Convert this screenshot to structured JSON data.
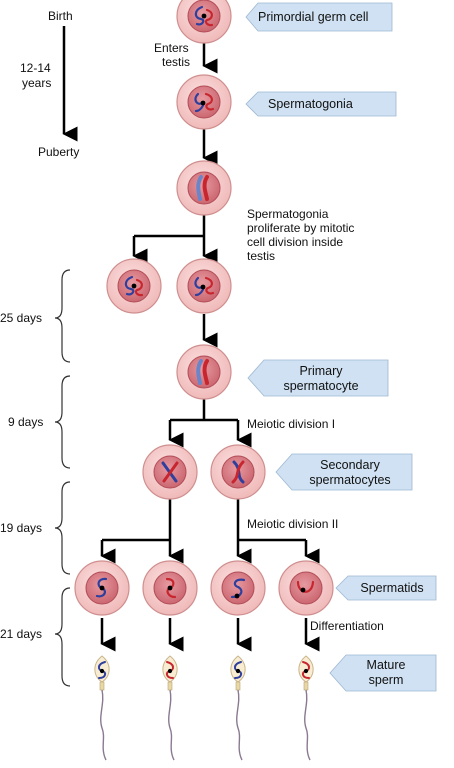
{
  "timeline": {
    "start": "Birth",
    "interval": [
      "12-14",
      "years"
    ],
    "end": "Puberty"
  },
  "durations": [
    "25 days",
    "9 days",
    "19 days",
    "21 days"
  ],
  "stages": {
    "primordial": "Primordial germ cell",
    "spermatogonia": "Spermatogonia",
    "primary": [
      "Primary",
      "spermatocyte"
    ],
    "secondary": [
      "Secondary",
      "spermatocytes"
    ],
    "spermatids": "Spermatids",
    "mature": [
      "Mature",
      "sperm"
    ]
  },
  "notes": {
    "enters": [
      "Enters",
      "testis"
    ],
    "proliferate": [
      "Spermatogonia",
      "proliferate by mitotic",
      "cell division inside",
      "testis"
    ],
    "meiosis1": "Meiotic division I",
    "meiosis2": "Meiotic division II",
    "differentiation": "Differentiation"
  },
  "colors": {
    "cell_fill": "#f3c6c6",
    "cell_edge": "#cf8f8f",
    "nucleus_fill": "#d77f86",
    "nucleus_edge": "#b24d57",
    "chrom_blue": "#2f3f9e",
    "chrom_red": "#c8262f",
    "tag_fill": "#cfe1f2",
    "sperm_head": "#f8ecd2",
    "tail": "#8a7a90"
  }
}
